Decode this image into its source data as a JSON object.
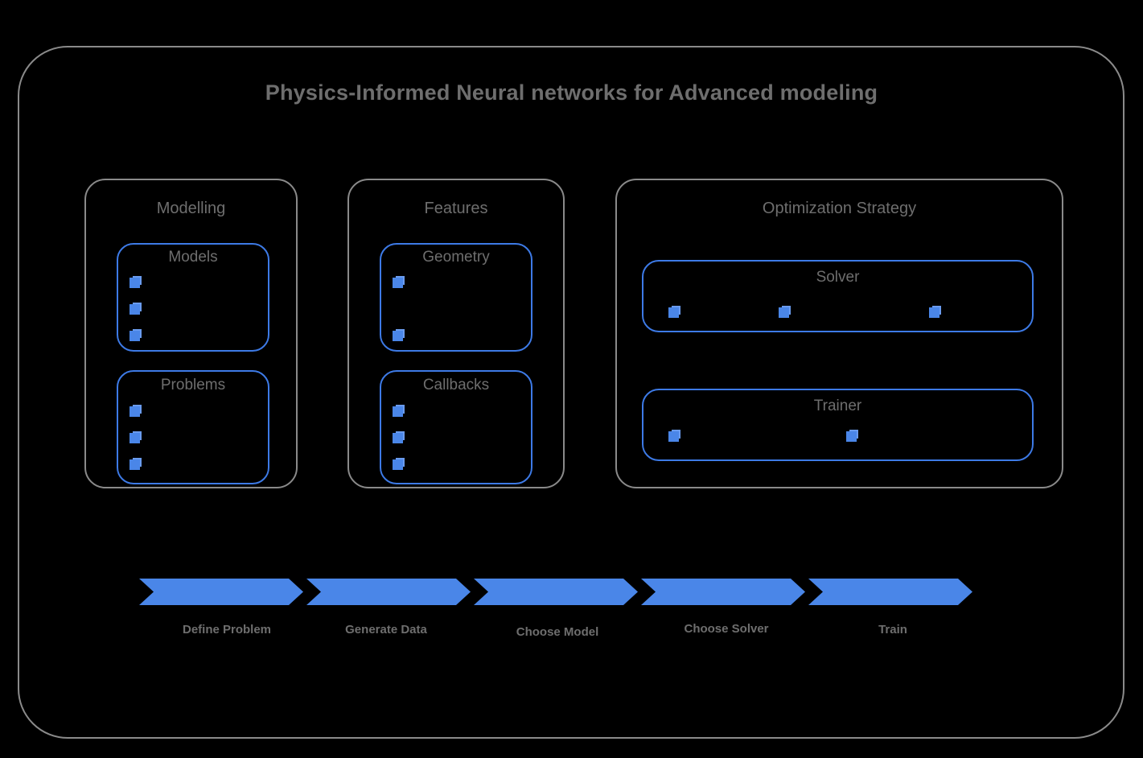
{
  "theme": {
    "background": "#000000",
    "frame_border": "#8a8a8a",
    "text_gray": "#6e6e6e",
    "accent_blue": "#4a86e8",
    "blue_border": "#3d7ae6"
  },
  "header": {
    "title": "Physics-Informed Neural networks for Advanced modeling"
  },
  "groups": [
    {
      "title": "Modelling",
      "boxes": [
        {
          "title": "Models",
          "bullet_count": 3,
          "bullet_layout": "vertical"
        },
        {
          "title": "Problems",
          "bullet_count": 3,
          "bullet_layout": "vertical"
        }
      ]
    },
    {
      "title": "Features",
      "boxes": [
        {
          "title": "Geometry",
          "bullet_count": 2,
          "bullet_layout": "vertical-spaced"
        },
        {
          "title": "Callbacks",
          "bullet_count": 3,
          "bullet_layout": "vertical"
        }
      ]
    },
    {
      "title": "Optimization Strategy",
      "boxes": [
        {
          "title": "Solver",
          "bullet_count": 3,
          "bullet_layout": "horizontal"
        },
        {
          "title": "Trainer",
          "bullet_count": 2,
          "bullet_layout": "horizontal"
        }
      ]
    }
  ],
  "pipeline": {
    "steps": [
      {
        "label": "Define Problem"
      },
      {
        "label": "Generate Data"
      },
      {
        "label": "Choose Model"
      },
      {
        "label": "Choose Solver"
      },
      {
        "label": "Train"
      }
    ],
    "arrow_color": "#4a86e8"
  }
}
